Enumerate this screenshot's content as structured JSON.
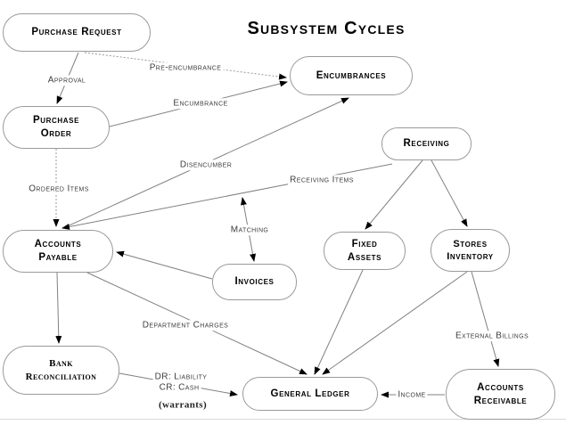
{
  "title": "Subsystem Cycles",
  "colors": {
    "background": "#ffffff",
    "node_border": "#9a9a9a",
    "line": "#808080",
    "dashed_line": "#999999",
    "arrowhead": "#000000",
    "node_text": "#000000",
    "edge_label_text": "#3d3d3d"
  },
  "diagram": {
    "nodes": {
      "purchase_request": {
        "label": "Purchase Request"
      },
      "encumbrances": {
        "label": "Encumbrances"
      },
      "purchase_order": {
        "label": "Purchase Order"
      },
      "receiving": {
        "label": "Receiving"
      },
      "accounts_payable": {
        "label": "Accounts Payable"
      },
      "invoices": {
        "label": "Invoices"
      },
      "fixed_assets": {
        "label": "Fixed Assets"
      },
      "stores_inventory": {
        "label": "Stores Inventory"
      },
      "bank_reconciliation": {
        "label": "Bank Reconciliation"
      },
      "general_ledger": {
        "label": "General Ledger"
      },
      "accounts_receivable": {
        "label": "Accounts Receivable"
      }
    },
    "edge_labels": {
      "approval": "Approval",
      "pre_encumbrance": "Pre-encumbrance",
      "encumbrance": "Encumbrance",
      "disencumber": "Disencumber",
      "ordered_items": "Ordered Items",
      "receiving_items": "Receiving Items",
      "matching": "Matching",
      "department_charges": "Department Charges",
      "bank_entry_debit": "DR: Liability",
      "bank_entry_credit": "CR: Cash",
      "bank_entry_note": "(warrants)",
      "external_billings": "External Billings",
      "income": "Income"
    },
    "edges": [
      {
        "from": "purchase_request",
        "to": "purchase_order",
        "label": "Approval",
        "style": "solid"
      },
      {
        "from": "purchase_request",
        "to": "encumbrances",
        "label": "Pre-encumbrance",
        "style": "dashed"
      },
      {
        "from": "purchase_order",
        "to": "encumbrances",
        "label": "Encumbrance",
        "style": "solid"
      },
      {
        "from": "purchase_order",
        "to": "accounts_payable",
        "label": "Ordered Items",
        "style": "dashed"
      },
      {
        "from": "accounts_payable",
        "to": "encumbrances",
        "label": "Disencumber",
        "style": "solid"
      },
      {
        "from": "receiving",
        "to": "accounts_payable",
        "label": "Receiving Items",
        "style": "solid"
      },
      {
        "from": "invoices",
        "to": "receiving_items_line",
        "label": "Matching",
        "style": "solid",
        "bidirectional": true
      },
      {
        "from": "invoices",
        "to": "accounts_payable",
        "label": "",
        "style": "solid"
      },
      {
        "from": "receiving",
        "to": "fixed_assets",
        "label": "",
        "style": "solid"
      },
      {
        "from": "receiving",
        "to": "stores_inventory",
        "label": "",
        "style": "solid"
      },
      {
        "from": "accounts_payable",
        "to": "bank_reconciliation",
        "label": "",
        "style": "solid"
      },
      {
        "from": "accounts_payable",
        "to": "general_ledger",
        "label": "Department Charges",
        "style": "solid"
      },
      {
        "from": "fixed_assets",
        "to": "general_ledger",
        "label": "",
        "style": "solid"
      },
      {
        "from": "stores_inventory",
        "to": "general_ledger",
        "label": "",
        "style": "solid"
      },
      {
        "from": "bank_reconciliation",
        "to": "general_ledger",
        "label": "DR: Liability / CR: Cash (warrants)",
        "style": "solid"
      },
      {
        "from": "stores_inventory",
        "to": "accounts_receivable",
        "label": "External Billings",
        "style": "solid"
      },
      {
        "from": "accounts_receivable",
        "to": "general_ledger",
        "label": "Income",
        "style": "solid"
      }
    ]
  }
}
